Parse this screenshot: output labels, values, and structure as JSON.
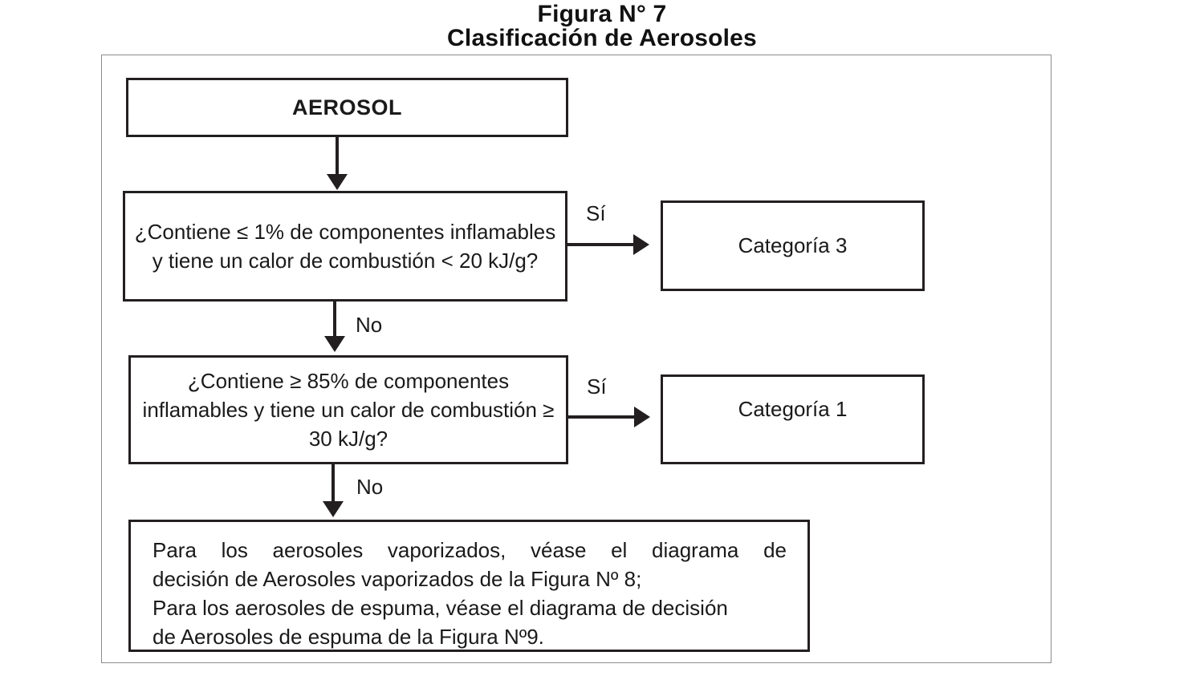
{
  "figure": {
    "title_line_1": "Figura N° 7",
    "title_line_2": "Clasificación de Aerosoles"
  },
  "nodes": {
    "start": {
      "label": "AEROSOL"
    },
    "question_1": {
      "label": "¿Contiene ≤ 1% de componentes inflamables y tiene un calor de combustión < 20 kJ/g?"
    },
    "question_2": {
      "label": "¿Contiene ≥ 85% de componentes inflamables y tiene un calor de combustión ≥ 30 kJ/g?"
    },
    "outcome_category_3": {
      "label": "Categoría 3"
    },
    "outcome_category_1": {
      "label": "Categoría 1"
    },
    "note": {
      "line_1": "Para los aerosoles vaporizados, véase el diagrama de",
      "line_2": "decisión de Aerosoles vaporizados de la Figura Nº 8;",
      "line_3": "Para los aerosoles de espuma, véase el diagrama de decisión",
      "line_4": "de Aerosoles de espuma de la Figura Nº9."
    }
  },
  "edges": {
    "q1_yes": "Sí",
    "q1_no": "No",
    "q2_yes": "Sí",
    "q2_no": "No"
  },
  "colors": {
    "box_border": "#231f20",
    "frame_border": "#8c8c8c",
    "text": "#1a1a1a",
    "background": "#ffffff"
  }
}
